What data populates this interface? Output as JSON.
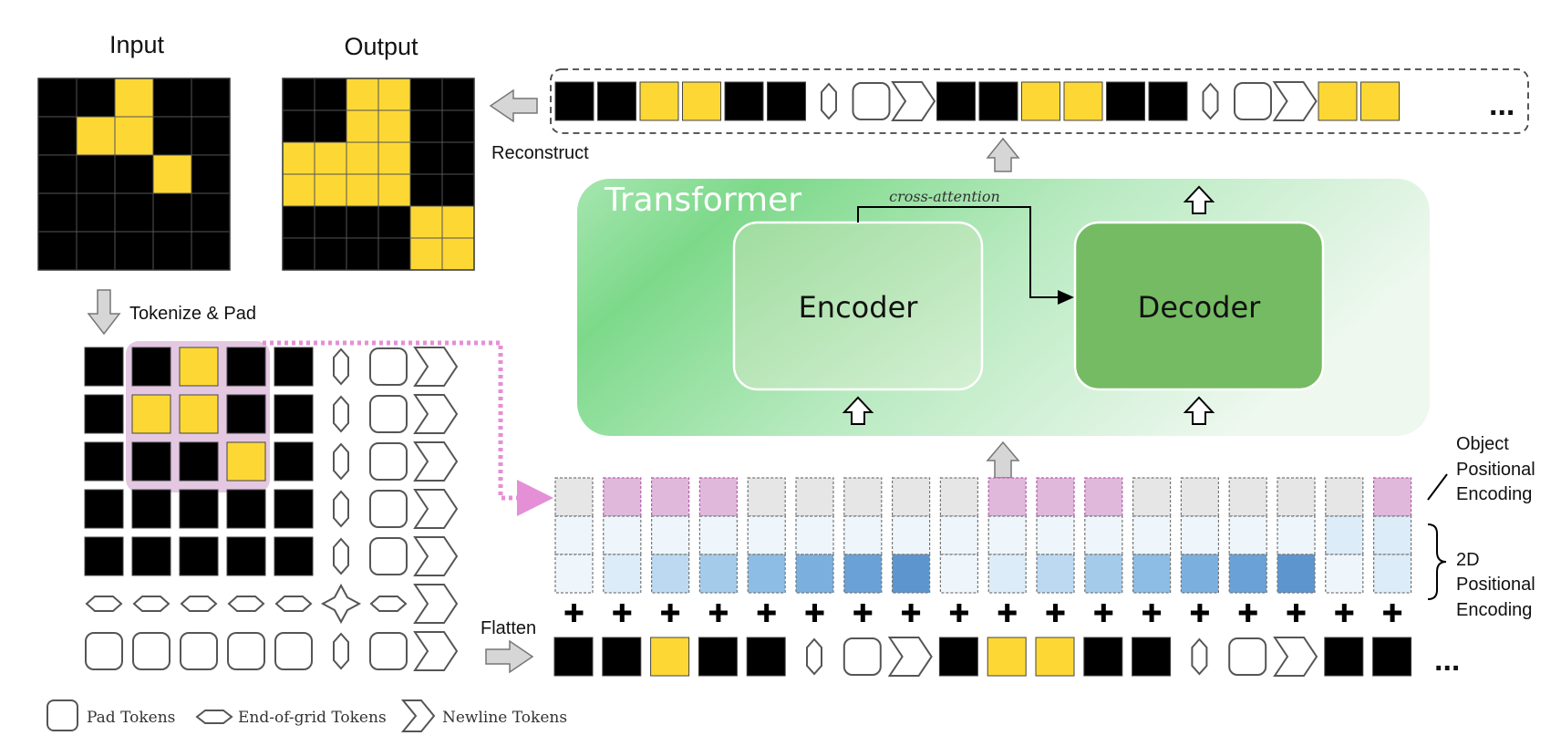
{
  "labels": {
    "input": "Input",
    "output": "Output",
    "tokenize": "Tokenize & Pad",
    "reconstruct": "Reconstruct",
    "flatten": "Flatten",
    "transformer": "Transformer",
    "encoder": "Encoder",
    "decoder": "Decoder",
    "cross_attention": "cross-attention",
    "object_pe": [
      "Object",
      "Positional",
      "Encoding"
    ],
    "pe_2d": [
      "2D",
      "Positional",
      "Encoding"
    ],
    "ellipsis": "..."
  },
  "legend": {
    "pad": "Pad Tokens",
    "eog": "End-of-grid Tokens",
    "newline": "Newline Tokens"
  },
  "grids": {
    "input": [
      [
        "K",
        "K",
        "Y",
        "K",
        "K"
      ],
      [
        "K",
        "Y",
        "Y",
        "K",
        "K"
      ],
      [
        "K",
        "K",
        "K",
        "Y",
        "K"
      ],
      [
        "K",
        "K",
        "K",
        "K",
        "K"
      ],
      [
        "K",
        "K",
        "K",
        "K",
        "K"
      ]
    ],
    "output": [
      [
        "K",
        "K",
        "Y",
        "Y",
        "K",
        "K"
      ],
      [
        "K",
        "K",
        "Y",
        "Y",
        "K",
        "K"
      ],
      [
        "Y",
        "Y",
        "Y",
        "Y",
        "K",
        "K"
      ],
      [
        "Y",
        "Y",
        "Y",
        "Y",
        "K",
        "K"
      ],
      [
        "K",
        "K",
        "K",
        "K",
        "Y",
        "Y"
      ],
      [
        "K",
        "K",
        "K",
        "K",
        "Y",
        "Y"
      ]
    ],
    "padded": [
      [
        "K",
        "K",
        "Y",
        "K",
        "K",
        "E",
        "P",
        "N"
      ],
      [
        "K",
        "Y",
        "Y",
        "K",
        "K",
        "E",
        "P",
        "N"
      ],
      [
        "K",
        "K",
        "K",
        "Y",
        "K",
        "E",
        "P",
        "N"
      ],
      [
        "K",
        "K",
        "K",
        "K",
        "K",
        "E",
        "P",
        "N"
      ],
      [
        "K",
        "K",
        "K",
        "K",
        "K",
        "E",
        "P",
        "N"
      ],
      [
        "H",
        "H",
        "H",
        "H",
        "H",
        "X",
        "H",
        "N"
      ],
      [
        "P",
        "P",
        "P",
        "P",
        "P",
        "E",
        "P",
        "N"
      ]
    ]
  },
  "sequences": {
    "output": [
      "K",
      "K",
      "Y",
      "Y",
      "K",
      "K",
      "E",
      "P",
      "N",
      "K",
      "K",
      "Y",
      "Y",
      "K",
      "K",
      "E",
      "P",
      "N",
      "Y",
      "Y"
    ],
    "flattened": [
      "K",
      "K",
      "Y",
      "K",
      "K",
      "E",
      "P",
      "N",
      "K",
      "Y",
      "Y",
      "K",
      "K",
      "E",
      "P",
      "N",
      "K",
      "K"
    ]
  },
  "encoding_columns": {
    "object_flags": [
      false,
      true,
      true,
      true,
      false,
      false,
      false,
      false,
      false,
      true,
      true,
      true,
      false,
      false,
      false,
      false,
      false,
      true
    ],
    "row_level": [
      1,
      1,
      1,
      1,
      1,
      1,
      1,
      1,
      1,
      1,
      1,
      1,
      1,
      1,
      1,
      1,
      2,
      2
    ],
    "col_level": [
      1,
      2,
      3,
      4,
      5,
      6,
      7,
      8,
      1,
      2,
      3,
      4,
      5,
      6,
      7,
      8,
      1,
      2
    ]
  },
  "colors": {
    "black": "#000000",
    "yellow": "#fdd835",
    "object_pink": "#e0b8dc",
    "neutral_gray": "#e6e6e6",
    "highlight_pink": "#e4c8e2",
    "dotted_pink": "#e58fd6",
    "blue_levels": [
      "#eef6fc",
      "#dcecf8",
      "#bcd9f1",
      "#a5cbea",
      "#8dbde4",
      "#7bb0de",
      "#6aa1d6",
      "#5d96cf"
    ],
    "transformer_green": "#86dd92",
    "decoder_green": "#75bb63"
  }
}
